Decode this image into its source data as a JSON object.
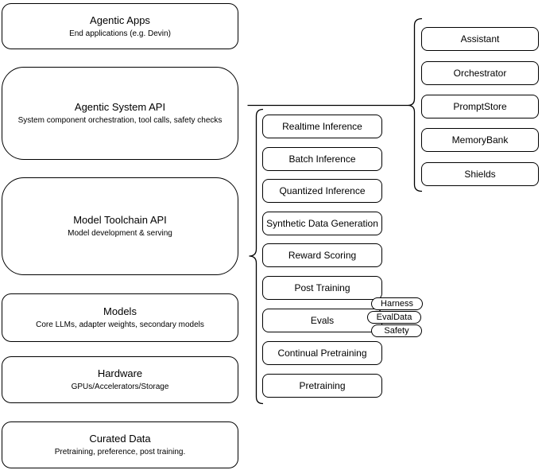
{
  "diagram": {
    "left_stack": [
      {
        "title": "Agentic Apps",
        "subtitle": "End applications (e.g. Devin)"
      },
      {
        "title": "Agentic System API",
        "subtitle": "System component orchestration, tool calls, safety checks"
      },
      {
        "title": "Model Toolchain API",
        "subtitle": "Model development & serving"
      },
      {
        "title": "Models",
        "subtitle": "Core LLMs, adapter weights, secondary models"
      },
      {
        "title": "Hardware",
        "subtitle": "GPUs/Accelerators/Storage"
      },
      {
        "title": "Curated Data",
        "subtitle": "Pretraining, preference, post training."
      }
    ],
    "toolchain_items": [
      "Realtime Inference",
      "Batch Inference",
      "Quantized Inference",
      "Synthetic Data Generation",
      "Reward Scoring",
      "Post Training",
      "Evals",
      "Continual Pretraining",
      "Pretraining"
    ],
    "eval_tags": [
      "Harness",
      "EvalData",
      "Safety"
    ],
    "system_components": [
      "Assistant",
      "Orchestrator",
      "PromptStore",
      "MemoryBank",
      "Shields"
    ],
    "colors": {
      "stroke": "#000000",
      "fill": "#ffffff",
      "text": "#000000",
      "background": "#ffffff"
    }
  }
}
